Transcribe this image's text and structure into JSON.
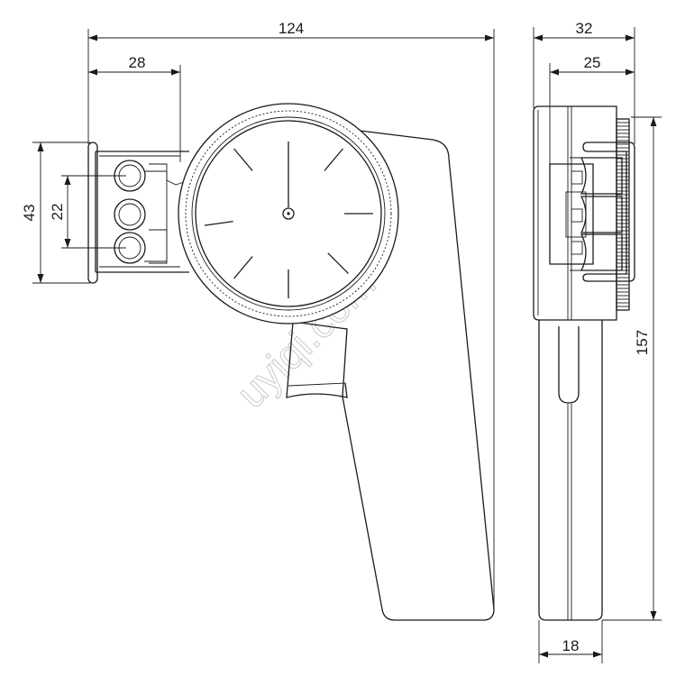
{
  "dimensions": {
    "overall_length": "124",
    "head_offset": "28",
    "head_height": "43",
    "roller_pitch": "22",
    "side_width": "32",
    "side_inner_width": "25",
    "overall_height": "157",
    "handle_thickness": "18"
  },
  "watermark": "uyiqi.com"
}
